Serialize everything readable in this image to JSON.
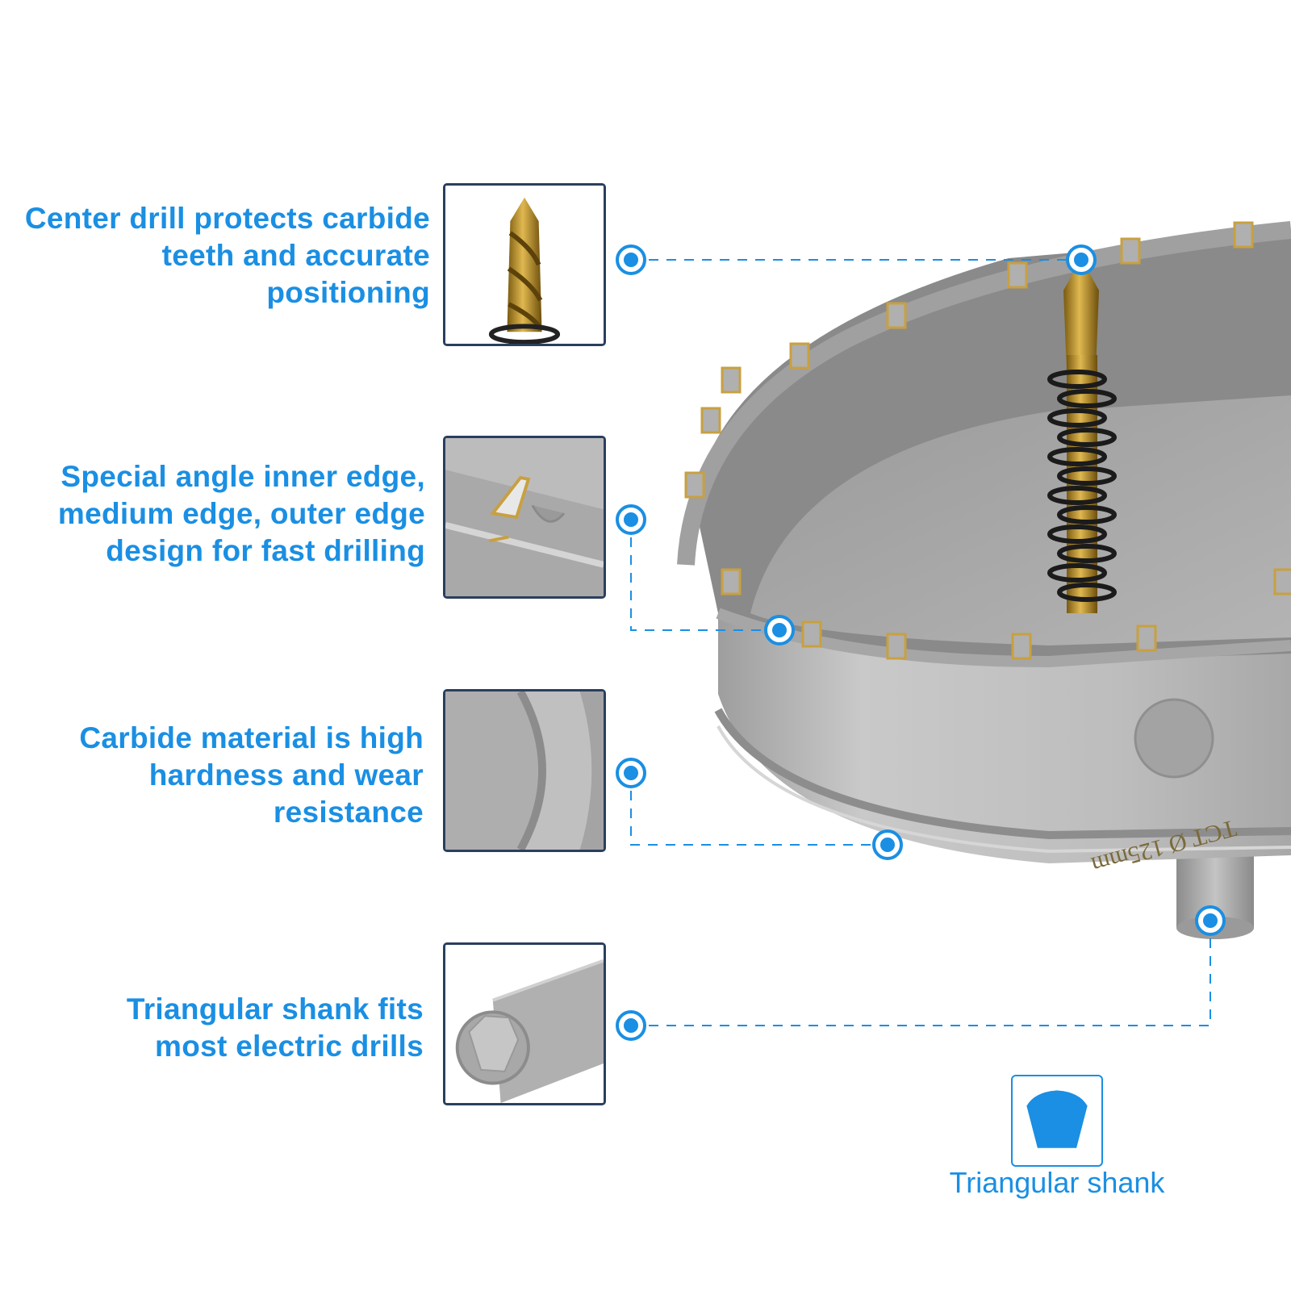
{
  "features": [
    {
      "id": "center-drill",
      "lines": [
        "Center drill protects carbide",
        "teeth and accurate",
        "positioning"
      ]
    },
    {
      "id": "inner-edge",
      "lines": [
        "Special angle inner edge,",
        "medium edge, outer edge",
        "design for fast drilling"
      ]
    },
    {
      "id": "carbide-material",
      "lines": [
        "Carbide material is high",
        "hardness and wear",
        "resistance"
      ]
    },
    {
      "id": "triangular-shank",
      "lines": [
        "Triangular shank fits",
        "most electric drills"
      ]
    }
  ],
  "product": {
    "marking": "TCT Ø 125mm"
  },
  "shank_icon": {
    "label": "Triangular shank"
  },
  "colors": {
    "accent": "#1a8fe3",
    "frame": "#2a3f5f",
    "steel": "#b8b8b8",
    "gold": "#c8a040"
  }
}
